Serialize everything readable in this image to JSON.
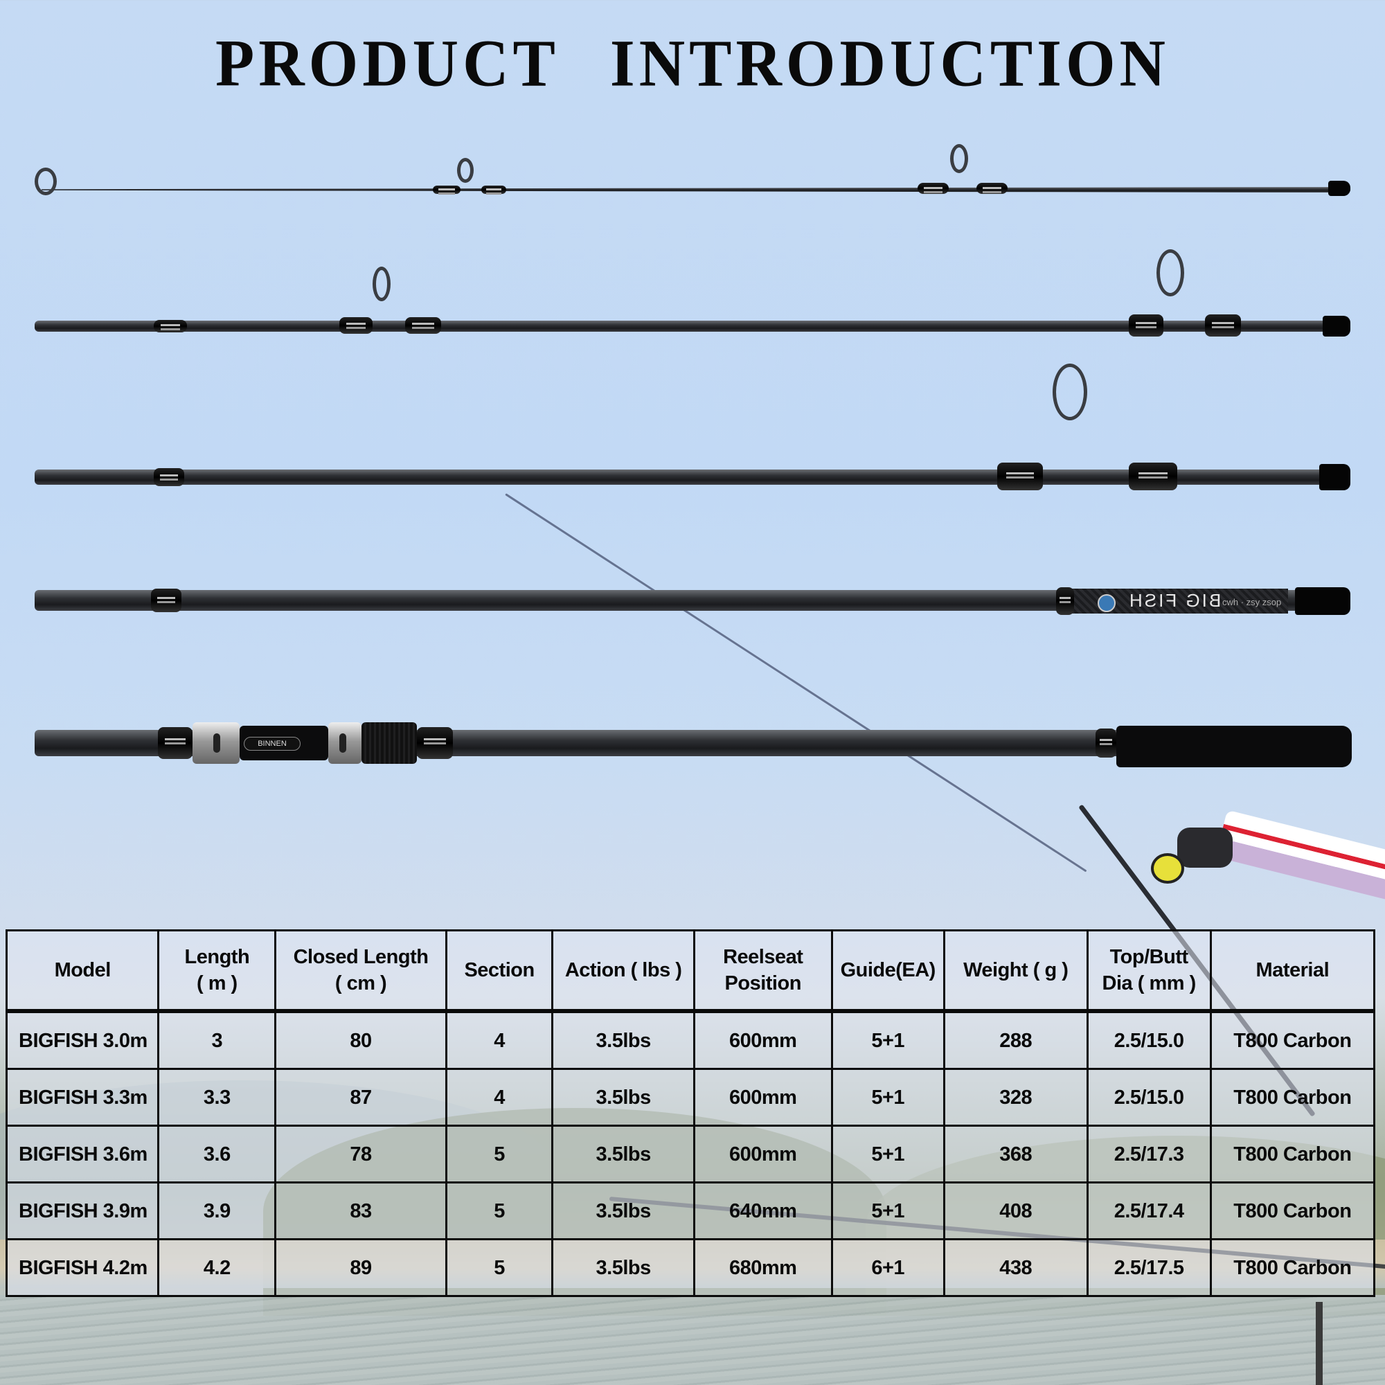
{
  "title": {
    "word1": "PRODUCT",
    "word2": "INTRODUCTION"
  },
  "product": {
    "rod_label": "BIG FISH",
    "rod_sublabel": "cwh · zsy zsop",
    "reel_seat_badge": "BINNEN",
    "sections_shown": 5
  },
  "colors": {
    "title": "#0a0a0a",
    "sky": "#c5daf4",
    "table_border": "#0b0b0b",
    "rod_blank": "#2e3034"
  },
  "table": {
    "headers": [
      {
        "line1": "Model",
        "line2": ""
      },
      {
        "line1": "Length",
        "line2": "( m )"
      },
      {
        "line1": "Closed Length",
        "line2": "( cm )"
      },
      {
        "line1": "Section",
        "line2": ""
      },
      {
        "line1": "Action ( lbs )",
        "line2": ""
      },
      {
        "line1": "Reelseat",
        "line2": "Position"
      },
      {
        "line1": "Guide(EA)",
        "line2": ""
      },
      {
        "line1": "Weight ( g )",
        "line2": ""
      },
      {
        "line1": "Top/Butt",
        "line2": "Dia ( mm )"
      },
      {
        "line1": "Material",
        "line2": ""
      }
    ],
    "rows": [
      [
        "BIGFISH 3.0m",
        "3",
        "80",
        "4",
        "3.5lbs",
        "600mm",
        "5+1",
        "288",
        "2.5/15.0",
        "T800 Carbon"
      ],
      [
        "BIGFISH 3.3m",
        "3.3",
        "87",
        "4",
        "3.5lbs",
        "600mm",
        "5+1",
        "328",
        "2.5/15.0",
        "T800 Carbon"
      ],
      [
        "BIGFISH 3.6m",
        "3.6",
        "78",
        "5",
        "3.5lbs",
        "600mm",
        "5+1",
        "368",
        "2.5/17.3",
        "T800 Carbon"
      ],
      [
        "BIGFISH 3.9m",
        "3.9",
        "83",
        "5",
        "3.5lbs",
        "640mm",
        "5+1",
        "408",
        "2.5/17.4",
        "T800 Carbon"
      ],
      [
        "BIGFISH 4.2m",
        "4.2",
        "89",
        "5",
        "3.5lbs",
        "680mm",
        "6+1",
        "438",
        "2.5/17.5",
        "T800 Carbon"
      ]
    ]
  }
}
